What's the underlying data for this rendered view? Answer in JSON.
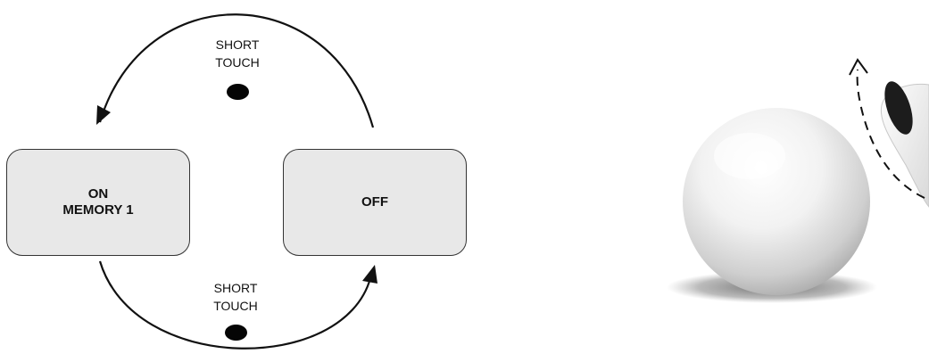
{
  "diagram": {
    "states": [
      {
        "lines": [
          "ON",
          "MEMORY 1"
        ]
      },
      {
        "lines": [
          "OFF"
        ]
      }
    ],
    "transitions": [
      {
        "label_lines": [
          "SHORT",
          "TOUCH"
        ]
      },
      {
        "label_lines": [
          "SHORT",
          "TOUCH"
        ]
      }
    ]
  },
  "colors": {
    "box_fill": "#e8e8e8",
    "box_border": "#333333",
    "arrow": "#111111",
    "pill": "#050505"
  },
  "icons": [
    "touch-pill-icon",
    "sphere-device-icon",
    "finger-icon",
    "swipe-arrow-icon"
  ]
}
